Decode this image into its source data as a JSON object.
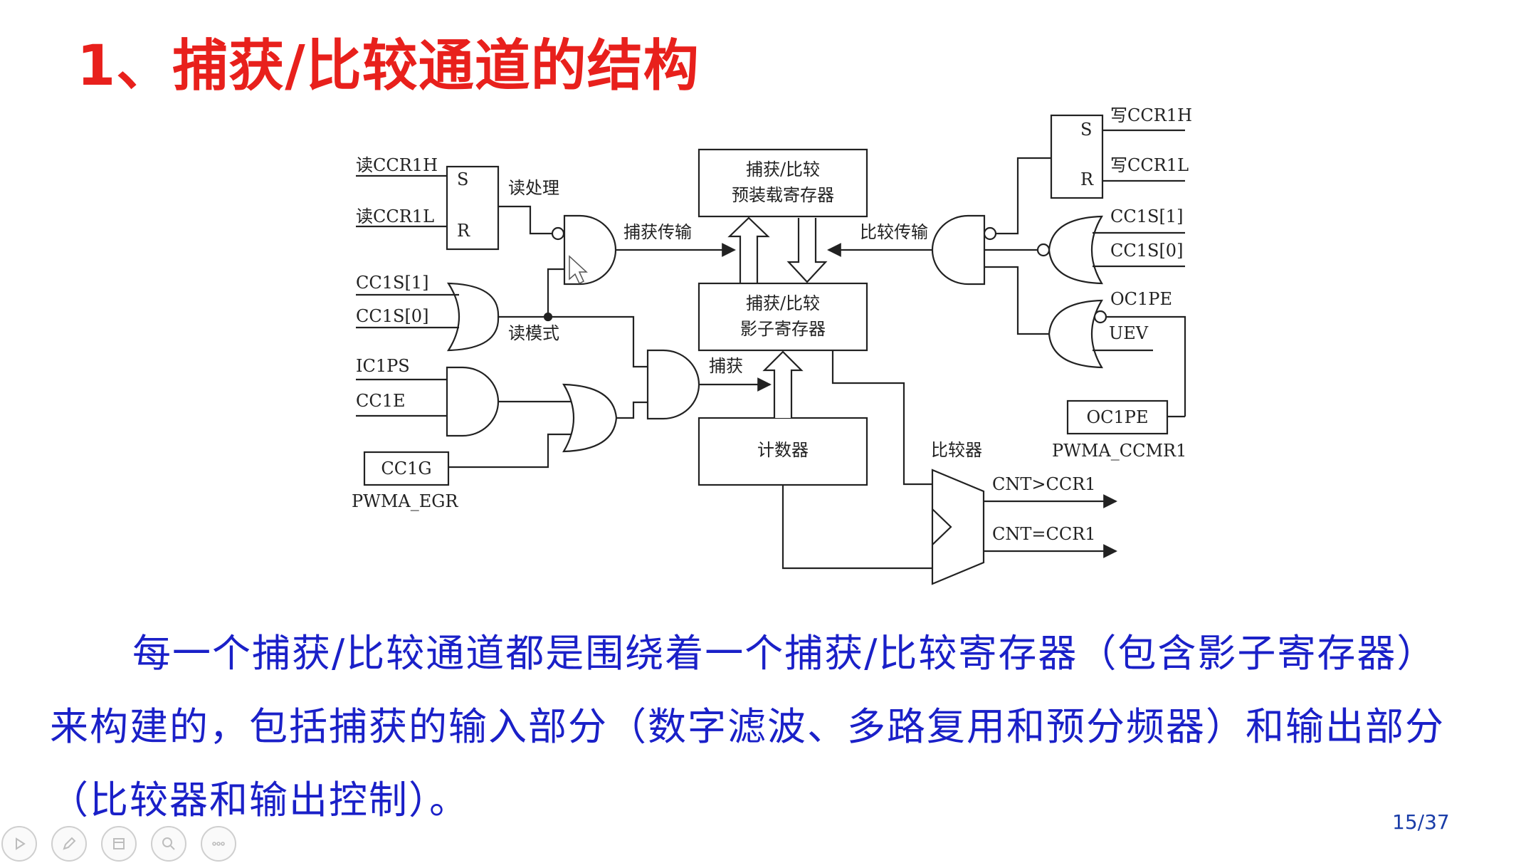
{
  "slide": {
    "title": "1、捕获/比较通道的结构",
    "description": "每一个捕获/比较通道都是围绕着一个捕获/比较寄存器（包含影子寄存器）来构建的，包括捕获的输入部分（数字滤波、多路复用和预分频器）和输出部分（比较器和输出控制）。",
    "page": "15/37",
    "colors": {
      "title": "#e8201c",
      "description": "#1a20c8",
      "page": "#1a3da8"
    }
  },
  "diagram": {
    "labels": {
      "read_ccr1h": "读CCR1H",
      "read_ccr1l": "读CCR1L",
      "sr_left_s": "S",
      "sr_left_r": "R",
      "read_process": "读处理",
      "capture_transfer": "捕获传输",
      "cc1s1_left": "CC1S[1]",
      "cc1s0_left": "CC1S[0]",
      "read_mode": "读模式",
      "ic1ps": "IC1PS",
      "cc1e": "CC1E",
      "cc1g": "CC1G",
      "pwma_egr": "PWMA_EGR",
      "capture": "捕获",
      "preload_line1": "捕获/比较",
      "preload_line2": "预装载寄存器",
      "shadow_line1": "捕获/比较",
      "shadow_line2": "影子寄存器",
      "counter": "计数器",
      "compare_transfer": "比较传输",
      "comparator": "比较器",
      "cnt_gt": "CNT>CCR1",
      "cnt_eq": "CNT=CCR1",
      "write_ccr1h": "写CCR1H",
      "write_ccr1l": "写CCR1L",
      "sr_right_s": "S",
      "sr_right_r": "R",
      "cc1s1_right": "CC1S[1]",
      "cc1s0_right": "CC1S[0]",
      "oc1pe_top": "OC1PE",
      "uev": "UEV",
      "oc1pe_box": "OC1PE",
      "pwma_ccmr1": "PWMA_CCMR1"
    }
  },
  "toolbar": {
    "buttons": [
      "play-icon",
      "pen-icon",
      "slides-icon",
      "zoom-icon",
      "more-icon"
    ]
  }
}
